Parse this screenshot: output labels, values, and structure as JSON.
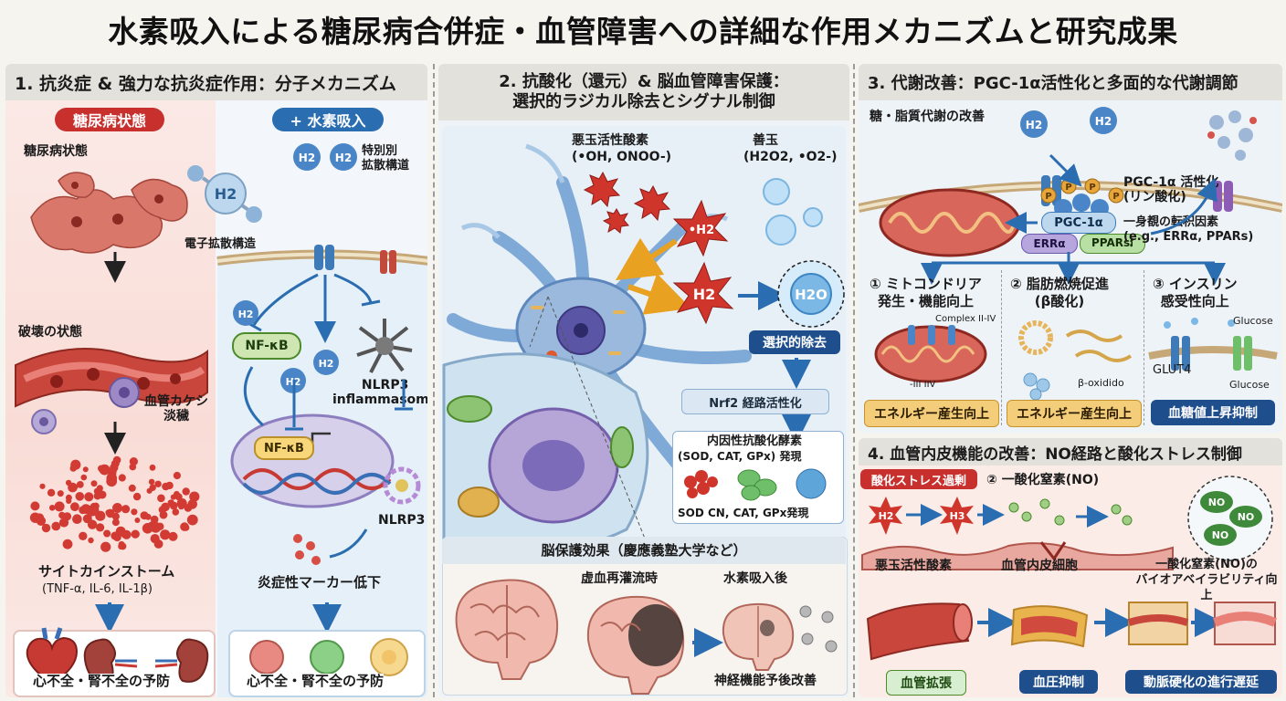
{
  "title": "水素吸入による糖尿病合併症・血管障害への詳細な作用メカニズムと研究成果",
  "colors": {
    "red": "#c8302e",
    "blue": "#2a6db0",
    "green": "#3c9a3e",
    "orange": "#f2b24c",
    "navy": "#1f4e8c"
  },
  "panel1": {
    "heading": "1. 抗炎症 & 強力な抗炎症作用：分子メカニズム",
    "diabetes_badge": "糖尿病状態",
    "diabetes_label": "糖尿病状態",
    "h2_molecule": "H2",
    "electron_label": "電子拡散構造",
    "inhalation_badge": "+ 水素吸入",
    "special_label": "特別別\n拡散構道",
    "destroy_label": "破壊の状態",
    "cachexia_label": "血管カケシ\n淡穢",
    "nfkb": "NF-κB",
    "nlrp3_inflam": "NLRP3\ninflammasome",
    "nlrp3": "NLRP3",
    "h2": "H2",
    "cytokine_title": "サイトカインストーム",
    "cytokine_list": "(TNF-α, IL-6, IL-1β)",
    "marker_down": "炎症性マーカー低下",
    "prevent_left": "心不全・腎不全の予防",
    "prevent_right": "心不全・腎不全の予防"
  },
  "panel2": {
    "heading_line1": "2. 抗酸化（還元）& 脳血管障害保護：",
    "heading_line2": "選択的ラジカル除去とシグナル制御",
    "bad_ros": "悪玉活性酸素",
    "bad_ros_list": "(•OH, ONOO-)",
    "good_ros": "善玉",
    "good_ros_list": "(H2O2, •O2-)",
    "oh_radical": "•H2",
    "h2": "H2",
    "h2o": "H2O",
    "selective": "選択的除去",
    "nrf2": "Nrf2 経路活性化",
    "enzyme_title": "内因性抗酸化酵素",
    "enzyme_list": "(SOD, CAT, GPx) 発現",
    "enzyme_caption": "SOD  CN, CAT, GPx発現",
    "brain_heading": "脳保護効果（慶應義塾大学など）",
    "ischemia": "虚血再灌流時",
    "after_h2": "水素吸入後",
    "neuro": "神経機能予後改善"
  },
  "panel3": {
    "heading": "3. 代謝改善：PGC-1α活性化と多面的な代謝調節",
    "sugar_lipid": "糖・脂質代謝の改善",
    "h2": "H2",
    "pgc_activate": "PGC-1α 活性化\n(リン酸化)",
    "pgc": "PGC-1α",
    "erra": "ERRα",
    "ppars": "PPARsវ",
    "factor_label": "一身覩の転积因素\n(e.g., ERRα, PPARs)",
    "p": "P",
    "item1": "① ミトコンドリア\n発生・機能向上",
    "complex": "Complex II-IV",
    "iii": "-III   IIV",
    "item2": "② 脂肪燃焼促進\n(β酸化)",
    "beta": "β-oxidido",
    "item3": "③ インスリン\n感受性向上",
    "glut4": "GLUT4",
    "glucose_top": "Glucose",
    "glucose_bottom": "Glucose",
    "energy1": "エネルギー産生向上",
    "energy2": "エネルギー産生向上",
    "glucose_down": "血糖値上昇抑制"
  },
  "panel4": {
    "heading": "4. 血管内皮機能の改善：NO経路と酸化ストレス制御",
    "stress_badge": "酸化ストレス過剰",
    "no_label": "② 一酸化窒素(NO)",
    "h2a": "H2",
    "h3": "H3",
    "no": "NO",
    "bad_ros": "悪玉活性酸素",
    "endothelial": "血管内皮細胞",
    "bioavail": "一酸化窒素(NO)の\nバイオアベイラビリティ向上",
    "dilation": "血管拡張",
    "bp_down": "血圧抑制",
    "athero": "動脈硬化の進行遅延"
  }
}
